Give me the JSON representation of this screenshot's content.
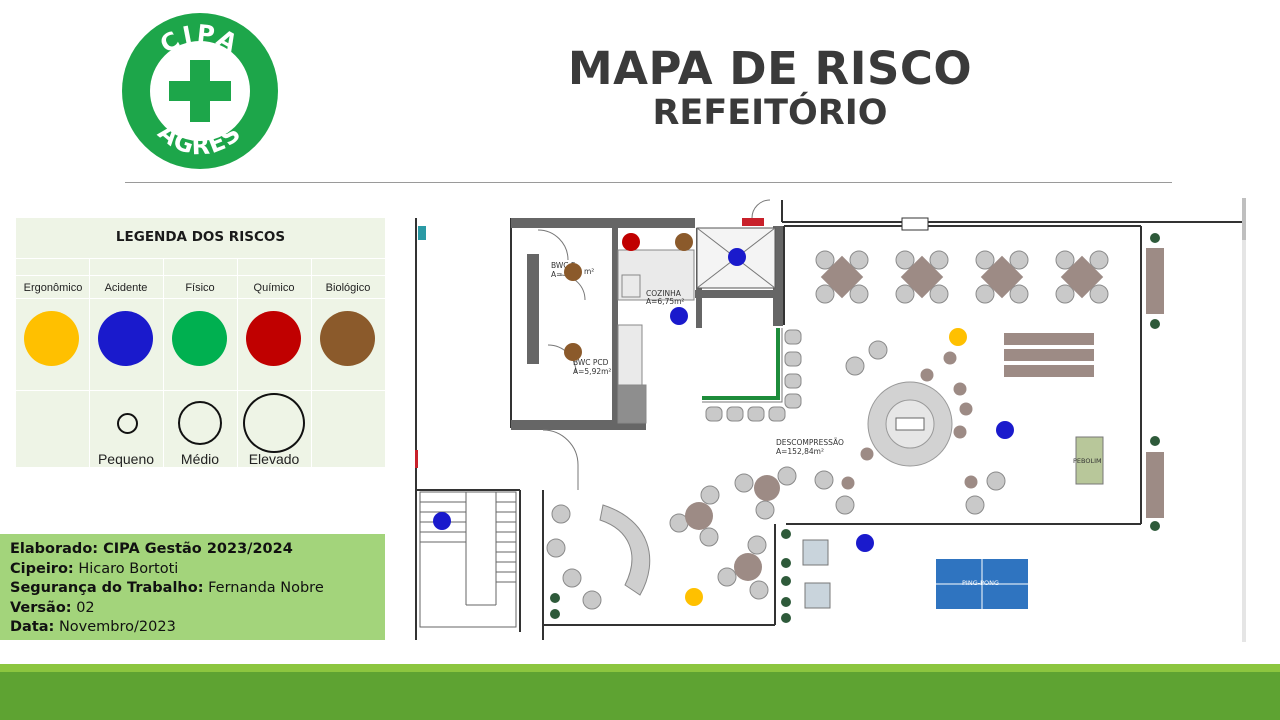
{
  "logo": {
    "top_text": "CIPA",
    "bottom_text": "AGRES",
    "icon": "green-cross-icon",
    "color": "#1da64a"
  },
  "header": {
    "title": "MAPA DE RISCO",
    "subtitle": "REFEITÓRIO"
  },
  "legend": {
    "title": "LEGENDA DOS RISCOS",
    "categories": [
      {
        "label": "Ergonômico",
        "color": "#ffc000"
      },
      {
        "label": "Acidente",
        "color": "#1a1acc"
      },
      {
        "label": "Físico",
        "color": "#00b050"
      },
      {
        "label": "Químico",
        "color": "#c00000"
      },
      {
        "label": "Biológico",
        "color": "#8b5a2b"
      }
    ],
    "sizes": [
      "Pequeno",
      "Médio",
      "Elevado"
    ]
  },
  "info": {
    "elaborado_label": "Elaborado: CIPA Gestão 2023/2024",
    "cipeiro_label": "Cipeiro:",
    "cipeiro_value": "Hicaro Bortoti",
    "seguranca_label": "Segurança do Trabalho:",
    "seguranca_value": "Fernanda Nobre",
    "versao_label": "Versão:",
    "versao_value": "02",
    "data_label": "Data:",
    "data_value": "Novembro/2023"
  },
  "plan": {
    "rooms": {
      "bwc_f": "BWC F",
      "bwc_f_area": "A=",
      "bwc_f_area_unit": "m²",
      "cozinha": "COZINHA",
      "cozinha_area": "A=6,75m²",
      "bwc_pcd": "BWC PCD",
      "bwc_pcd_area": "A=5,92m²",
      "descompressao": "DESCOMPRESSÃO",
      "descompressao_area": "A=152,84m²",
      "pebolim": "PEBOLIM",
      "ping_pong": "PING-PONG"
    }
  },
  "colors": {
    "footer_light": "#8cc63f",
    "footer_dark": "#5ea332",
    "info_bg": "#a3d47b",
    "legend_bg": "#eef4e6"
  }
}
